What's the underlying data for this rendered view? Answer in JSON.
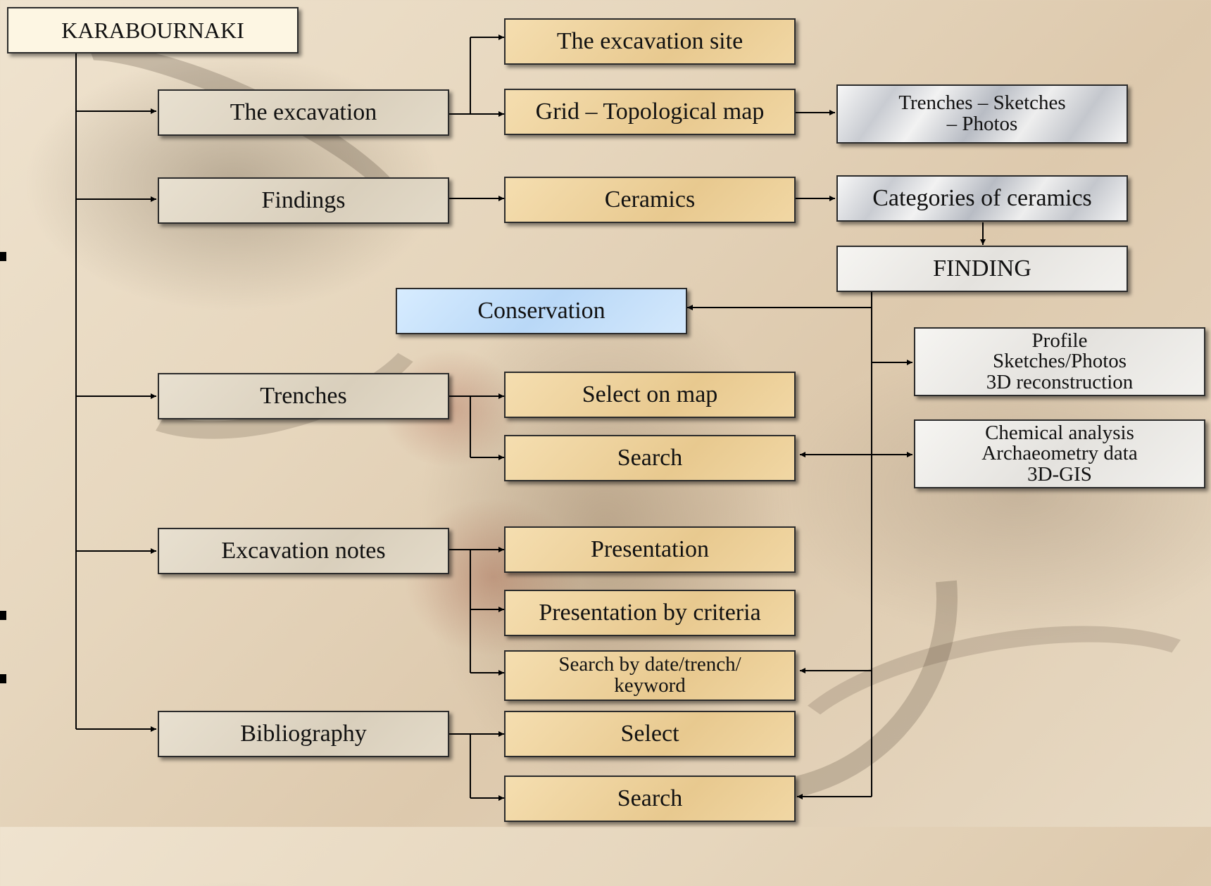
{
  "root": "KARABOURNAKI",
  "level1": {
    "excavation": "The excavation",
    "findings": "Findings",
    "trenches": "Trenches",
    "excavation_notes": "Excavation notes",
    "bibliography": "Bibliography"
  },
  "level2": {
    "excavation_site": "The excavation site",
    "grid_map": "Grid – Topological map",
    "ceramics": "Ceramics",
    "conservation": "Conservation",
    "select_on_map": "Select on map",
    "search_trenches": "Search",
    "presentation": "Presentation",
    "presentation_by_criteria": "Presentation by criteria",
    "search_by_date": "Search by date/trench/\nkeyword",
    "select_biblio": "Select",
    "search_biblio": "Search"
  },
  "level3": {
    "trenches_sketches": "Trenches – Sketches\n– Photos",
    "categories_ceramics": "Categories of ceramics",
    "finding": "FINDING",
    "profile": "Profile\nSketches/Photos\n3D reconstruction",
    "chemical": "Chemical analysis\nArchaeometry data\n3D-GIS"
  },
  "colors": {
    "root_fill": "#fdf6e3",
    "level1_fill": "#ded5c3",
    "level2_fill": "#eccf99",
    "conservation_fill": "#c6e0fa",
    "marble_fill": "#d6d8dc",
    "paper_fill": "#ecebe7",
    "line": "#000000"
  }
}
